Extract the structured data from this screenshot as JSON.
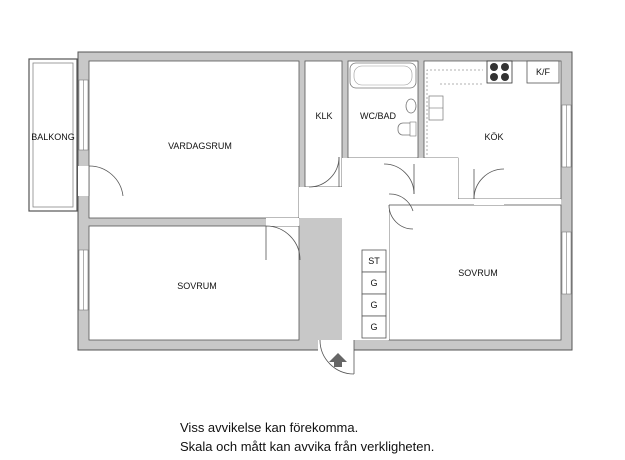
{
  "rooms": {
    "balkong": "BALKONG",
    "vardagsrum": "VARDAGSRUM",
    "klk": "KLK",
    "wc_bad": "WC/BAD",
    "kok": "KÖK",
    "kf": "K/F",
    "sovrum_left": "SOVRUM",
    "sovrum_right": "SOVRUM",
    "st": "ST",
    "g1": "G",
    "g2": "G",
    "g3": "G"
  },
  "disclaimer": {
    "line1": "Viss avvikelse kan förekomma.",
    "line2": "Skala och mått kan avvika från verkligheten."
  },
  "colors": {
    "wall": "#c8c8c8",
    "wall_edge": "#555555",
    "fixture": "#888888",
    "stove": "#333333"
  }
}
